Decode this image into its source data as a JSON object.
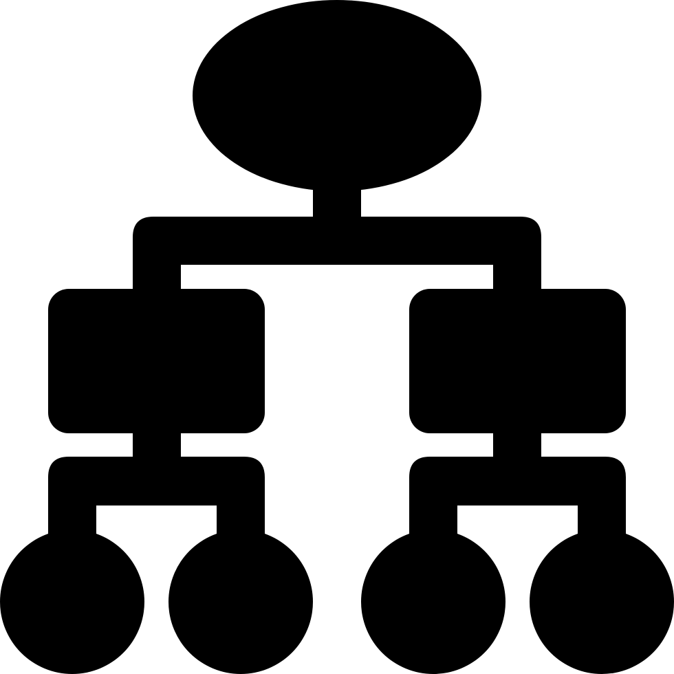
{
  "icon": {
    "name": "hierarchy-diagram-icon",
    "fill_color": "#000000",
    "background_color": "#ffffff",
    "nodes": {
      "root": "ellipse",
      "level_2": [
        "rounded-rectangle",
        "rounded-rectangle"
      ],
      "level_3": [
        "circle",
        "circle",
        "circle",
        "circle"
      ]
    }
  }
}
